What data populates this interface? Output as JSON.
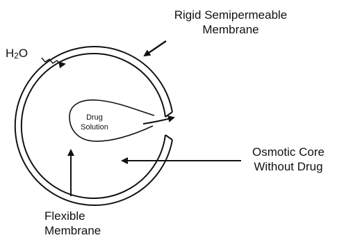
{
  "labels": {
    "water": {
      "prefix": "H",
      "subscript": "2",
      "suffix": "O"
    },
    "rigid_membrane": {
      "line1": "Rigid Semipermeable",
      "line2": "Membrane"
    },
    "drug_solution": {
      "line1": "Drug",
      "line2": "Solution"
    },
    "osmotic_core": {
      "line1": "Osmotic Core",
      "line2": "Without Drug"
    },
    "flexible_membrane": {
      "line1": "Flexible",
      "line2": "Membrane"
    }
  },
  "colors": {
    "ink": "#111111",
    "background": "#ffffff"
  }
}
